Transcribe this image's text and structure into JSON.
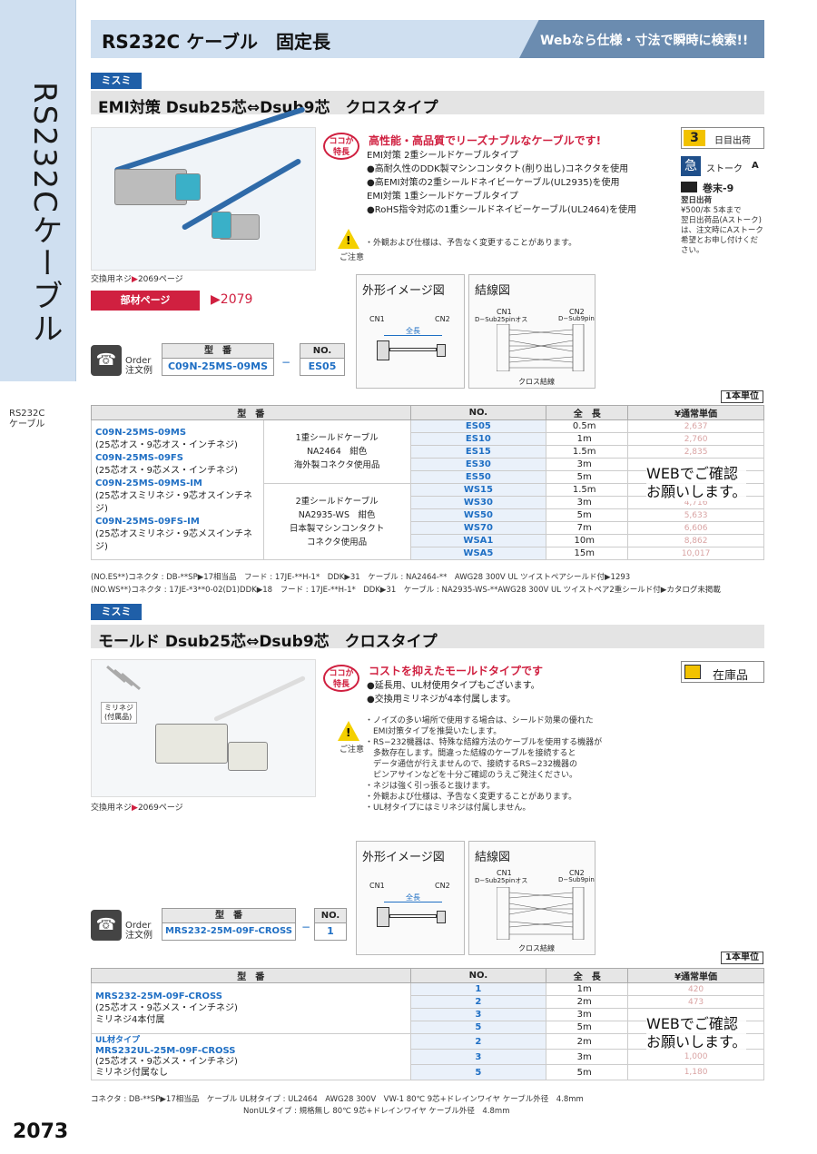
{
  "sidebar": {
    "title": "RS232Cケーブル",
    "small_label_1": "RS232C",
    "small_label_2": "ケーブル"
  },
  "header": {
    "title": "RS232C ケーブル　固定長",
    "tag": "Webなら仕様・寸法で瞬時に検索!!"
  },
  "section1": {
    "brand": "ミスミ",
    "title": "EMI対策 Dsub25芯⇔Dsub9芯　クロスタイプ",
    "koko_1": "ココが",
    "koko_2": "特長",
    "headline": "高性能・高品質でリーズナブルなケーブルです!",
    "features": [
      "EMI対策 2重シールドケーブルタイプ",
      "●高耐久性のDDK製マシンコンタクト(削り出し)コネクタを使用",
      "●高EMI対策の2重シールドネイビーケーブル(UL2935)を使用",
      "EMI対策 1重シールドケーブルタイプ",
      "●RoHS指令対応の1重シールドネイビーケーブル(UL2464)を使用"
    ],
    "warn_label": "ご注意",
    "warn_text": "・外観および仕様は、予告なく変更することがあります。",
    "ship_days": "3",
    "ship_label": "日目出荷",
    "stock_icon": "急",
    "stock_label": "ストーク",
    "stock_grade": "A",
    "roll_label": "巻末-9",
    "side_notes": [
      "翌日出荷",
      "¥500/本 5本まで",
      "翌日出荷品(Aストーク)",
      "は、注文時にAストーク",
      "希望とお申し付けくだ",
      "さい。"
    ],
    "screw_ref_label": "交換用ネジ",
    "screw_ref_page": "2069ページ",
    "parts_page_label": "部材ページ",
    "parts_page_no": "2079",
    "outline_title": "外形イメージ図",
    "wiring_title": "結線図",
    "cn1": "CN1",
    "cn2": "CN2",
    "total_len": "全長",
    "cn1_type": "D−Sub25pinオス",
    "cn2_type": "D−Sub9pin",
    "cross_label": "クロス結線",
    "order_label_1": "Order",
    "order_label_2": "注文例",
    "order_head_type": "型　番",
    "order_head_no": "NO.",
    "order_type": "C09N-25MS-09MS",
    "order_dash": "−",
    "order_no": "ES05",
    "unit_badge": "1本単位",
    "table_head": [
      "型　番",
      "NO.",
      "全　長",
      "¥通常単価"
    ],
    "types": [
      {
        "code": "C09N-25MS-09MS",
        "desc": "(25芯オス・9芯オス・インチネジ)"
      },
      {
        "code": "C09N-25MS-09FS",
        "desc": "(25芯オス・9芯メス・インチネジ)"
      },
      {
        "code": "C09N-25MS-09MS-IM",
        "desc": "(25芯オスミリネジ・9芯オスインチネジ)"
      },
      {
        "code": "C09N-25MS-09FS-IM",
        "desc": "(25芯オスミリネジ・9芯メスインチネジ)"
      }
    ],
    "group1_desc": [
      "1重シールドケーブル",
      "NA2464　紺色",
      "海外製コネクタ使用品"
    ],
    "group2_desc": [
      "2重シールドケーブル",
      "NA2935-WS　紺色",
      "日本製マシンコンタクト",
      "コネクタ使用品"
    ],
    "rows": [
      {
        "no": "ES05",
        "len": "0.5m",
        "price": "2,637"
      },
      {
        "no": "ES10",
        "len": "1m",
        "price": "2,760"
      },
      {
        "no": "ES15",
        "len": "1.5m",
        "price": "2,835"
      },
      {
        "no": "ES30",
        "len": "3m",
        "price": ""
      },
      {
        "no": "ES50",
        "len": "5m",
        "price": ""
      },
      {
        "no": "WS15",
        "len": "1.5m",
        "price": ""
      },
      {
        "no": "WS30",
        "len": "3m",
        "price": "4,716"
      },
      {
        "no": "WS50",
        "len": "5m",
        "price": "5,633"
      },
      {
        "no": "WS70",
        "len": "7m",
        "price": "6,606"
      },
      {
        "no": "WSA1",
        "len": "10m",
        "price": "8,862"
      },
      {
        "no": "WSA5",
        "len": "15m",
        "price": "10,017"
      }
    ],
    "web_note_1": "WEBでご確認",
    "web_note_2": "お願いします。",
    "footnote_1": "(NO.ES**)コネクタ : DB-**SP▶17相当品　フード : 17JE-**H-1*　DDK▶31　ケーブル : NA2464-**　AWG28 300V UL ツイストペアシールド付▶1293",
    "footnote_2": "(NO.WS**)コネクタ : 17JE-*3**0-02(D1)DDK▶18　フード : 17JE-**H-1*　DDK▶31　ケーブル : NA2935-WS-**AWG28 300V UL ツイストペア2重シールド付▶カタログ未掲載"
  },
  "section2": {
    "brand": "ミスミ",
    "title": "モールド Dsub25芯⇔Dsub9芯　クロスタイプ",
    "koko_1": "ココが",
    "koko_2": "特長",
    "headline": "コストを抑えたモールドタイプです",
    "features": [
      "●延長用、UL材使用タイプもございます。",
      "●交換用ミリネジが4本付属します。"
    ],
    "warn_label": "ご注意",
    "warn_lines": [
      "・ノイズの多い場所で使用する場合は、シールド効果の優れた",
      "　EMI対策タイプを推奨いたします。",
      "・RS−232機器は、特殊な結線方法のケーブルを使用する機器が",
      "　多数存在します。間違った結線のケーブルを接続すると",
      "　データ通信が行えませんので、接続するRS−232機器の",
      "　ピンアサインなどを十分ご確認のうえご発注ください。",
      "・ネジは強く引っ張ると抜けます。",
      "・外観および仕様は、予告なく変更することがあります。",
      "・UL材タイプにはミリネジは付属しません。"
    ],
    "stock_label": "在庫品",
    "mini_screw_label_1": "ミリネジ",
    "mini_screw_label_2": "(付属品)",
    "screw_ref_label": "交換用ネジ",
    "screw_ref_page": "2069ページ",
    "outline_title": "外形イメージ図",
    "wiring_title": "結線図",
    "cn1": "CN1",
    "cn2": "CN2",
    "total_len": "全長",
    "cn1_type": "D−Sub25pinオス",
    "cn2_type": "D−Sub9pin",
    "cross_label": "クロス結線",
    "order_label_1": "Order",
    "order_label_2": "注文例",
    "order_head_type": "型　番",
    "order_head_no": "NO.",
    "order_type": "MRS232-25M-09F-CROSS",
    "order_dash": "−",
    "order_no": "1",
    "unit_badge": "1本単位",
    "table_head": [
      "型　番",
      "NO.",
      "全　長",
      "¥通常単価"
    ],
    "type1": {
      "code": "MRS232-25M-09F-CROSS",
      "desc": "(25芯オス・9芯メス・インチネジ)",
      "extra": "ミリネジ4本付属"
    },
    "type2": {
      "tag": "UL材タイプ",
      "code": "MRS232UL-25M-09F-CROSS",
      "desc": "(25芯オス・9芯メス・インチネジ)",
      "extra": "ミリネジ付属なし"
    },
    "rows": [
      {
        "no": "1",
        "len": "1m",
        "price": "420"
      },
      {
        "no": "2",
        "len": "2m",
        "price": "473"
      },
      {
        "no": "3",
        "len": "3m",
        "price": ""
      },
      {
        "no": "5",
        "len": "5m",
        "price": ""
      },
      {
        "no": "2",
        "len": "2m",
        "price": ""
      },
      {
        "no": "3",
        "len": "3m",
        "price": "1,000"
      },
      {
        "no": "5",
        "len": "5m",
        "price": "1,180"
      }
    ],
    "web_note_1": "WEBでご確認",
    "web_note_2": "お願いします。",
    "footnote_1": "コネクタ : DB-**SP▶17相当品　ケーブル UL材タイプ : UL2464　AWG28 300V　VW-1 80℃ 9芯+ドレインワイヤ ケーブル外径　4.8mm",
    "footnote_2": "NonULタイプ : 規格無し 80℃ 9芯+ドレインワイヤ ケーブル外径　4.8mm"
  },
  "page_number": "2073"
}
